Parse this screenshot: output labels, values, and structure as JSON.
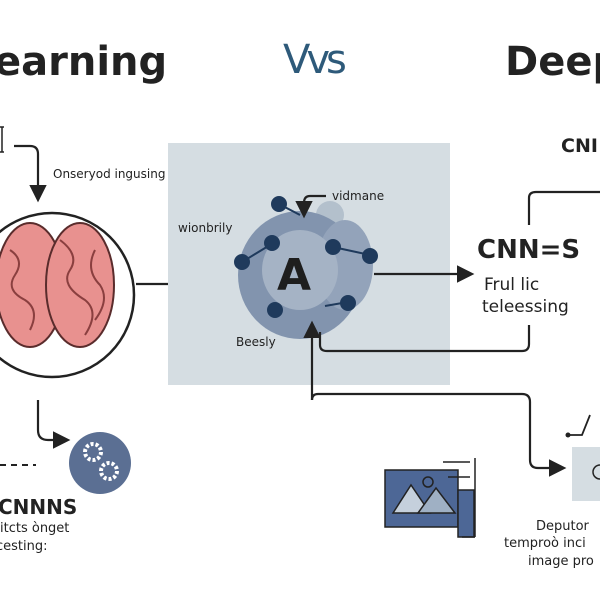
{
  "title": {
    "left": "earning",
    "vs": "Vvs",
    "right": "Deep"
  },
  "left": {
    "step_label": "Onseryod ingusing",
    "cnn_title": "CNNNS",
    "cnn_sub1": "itcts ònget",
    "cnn_sub2": "cesting:"
  },
  "center": {
    "letter": "A",
    "label_top": "vidmane",
    "label_left": "wionbrily",
    "label_bottom": "Beesly"
  },
  "right": {
    "top_label": "CNI",
    "cnn_title": "CNN=S",
    "cnn_sub1": "Frul lic",
    "cnn_sub2": "teleessing",
    "bottom1": "Deputor",
    "bottom2": "temproò inci",
    "bottom3": "image pro"
  },
  "colors": {
    "vs": "#2e5a7a",
    "panel": "#d5dde2",
    "blob": "#8294ae",
    "node": "#1f3a5c",
    "brain": "#e8918f",
    "gear_circle": "#5b6f93",
    "image_icon": "#4d6796"
  }
}
